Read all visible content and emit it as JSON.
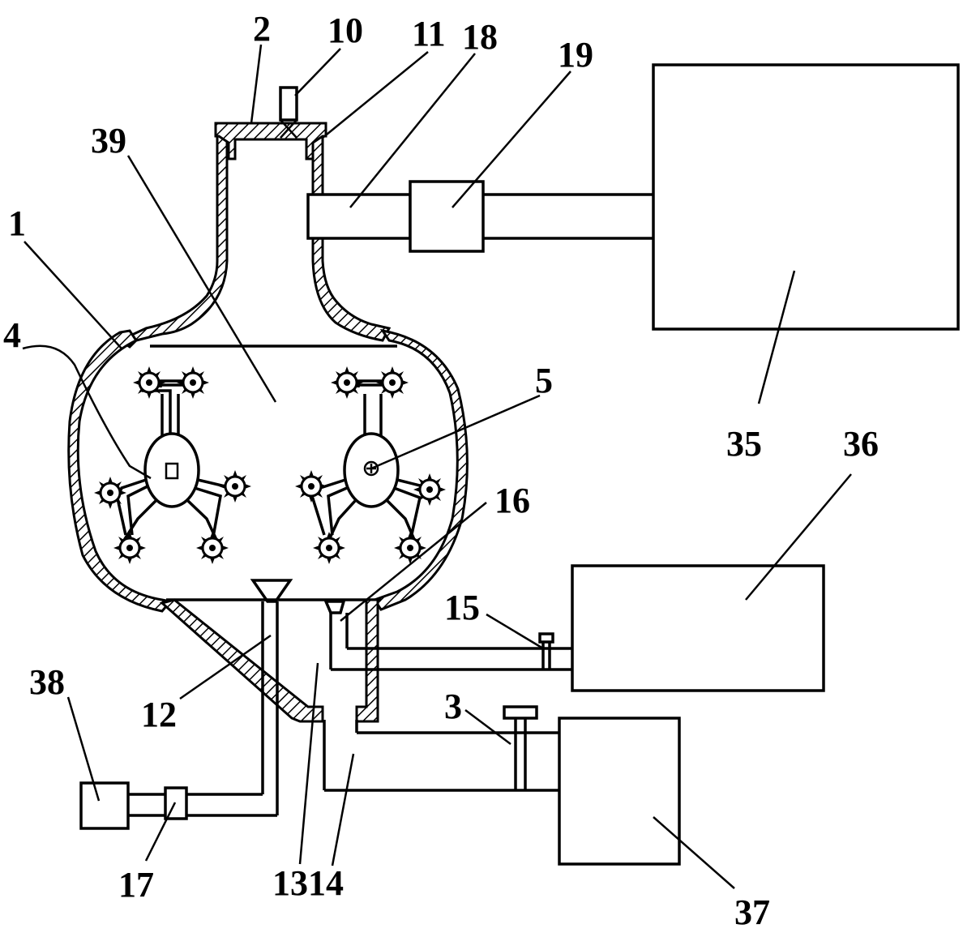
{
  "labels": {
    "l1": "1",
    "l2": "2",
    "l3": "3",
    "l4": "4",
    "l5": "5",
    "l10": "10",
    "l11": "11",
    "l12": "12",
    "l1314": "1314",
    "l15": "15",
    "l16": "16",
    "l17": "17",
    "l18": "18",
    "l19": "19",
    "l35": "35",
    "l36": "36",
    "l37": "37",
    "l38": "38",
    "l39": "39"
  }
}
